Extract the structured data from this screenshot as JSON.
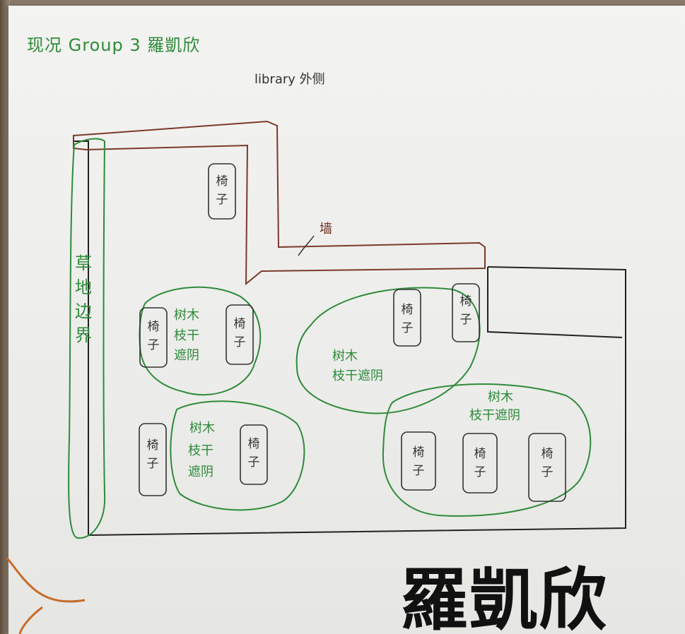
{
  "header": {
    "title_line": "现况 Group 3 羅凱欣",
    "location_label": "library 外侧"
  },
  "map": {
    "wall_label": "墙",
    "grass_label": "草地边界",
    "bench_label": "椅子",
    "tree_labels": {
      "t1_top": "树木",
      "t1_bottom": "枝干遮阴",
      "t2_top": "树木",
      "t2_bottom": "枝干遮阴",
      "t3_top": "树木",
      "t3_bottom": "枝干遮阴",
      "t4_top": "树木",
      "t4_bottom": "枝干遮阴"
    }
  },
  "signature": "羅凱欣",
  "colors": {
    "ink": "#333333",
    "tree_green": "#2e8b3a",
    "wall_brown": "#7a3a2a",
    "signature": "#111111"
  }
}
